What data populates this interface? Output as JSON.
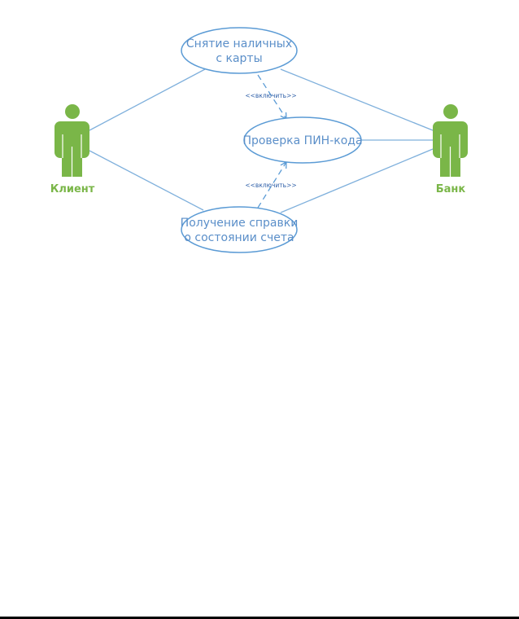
{
  "actors": {
    "client": {
      "label": "Клиент"
    },
    "bank": {
      "label": "Банк"
    }
  },
  "use_cases": {
    "withdraw": {
      "line1": "Снятие наличных",
      "line2": "с карты"
    },
    "pin_check": {
      "line1": "Проверка ПИН-кода"
    },
    "statement": {
      "line1": "Получение справки",
      "line2": "о состоянии счета"
    }
  },
  "relations": {
    "include_top": "<<включить>>",
    "include_bottom": "<<включить>>"
  },
  "colors": {
    "actor": "#7ab648",
    "use_case_border": "#5b9bd5",
    "use_case_text": "#5b8fc9",
    "association": "#7fb0dc"
  }
}
